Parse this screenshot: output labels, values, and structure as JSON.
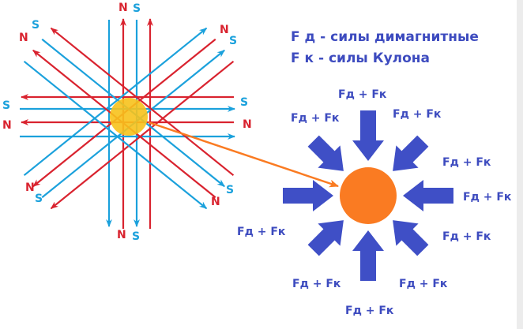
{
  "legend": {
    "line1": "F д - силы димагнитные",
    "line2": "F к - силы Кулона"
  },
  "poles": {
    "north": "N",
    "south": "S"
  },
  "force_labels": [
    "Fд + Fк",
    "Fд + Fк",
    "Fд + Fк",
    "Fд + Fк",
    "Fд + Fк",
    "Fд + Fк",
    "Fд + Fк",
    "Fд + Fк",
    "Fд + Fк",
    "Fд + Fк"
  ],
  "colors": {
    "red": "#d9232f",
    "blue": "#1ba1dc",
    "yellow": "#f7c21c",
    "orange": "#fa7b22",
    "force_blue": "#3f4fc6"
  }
}
